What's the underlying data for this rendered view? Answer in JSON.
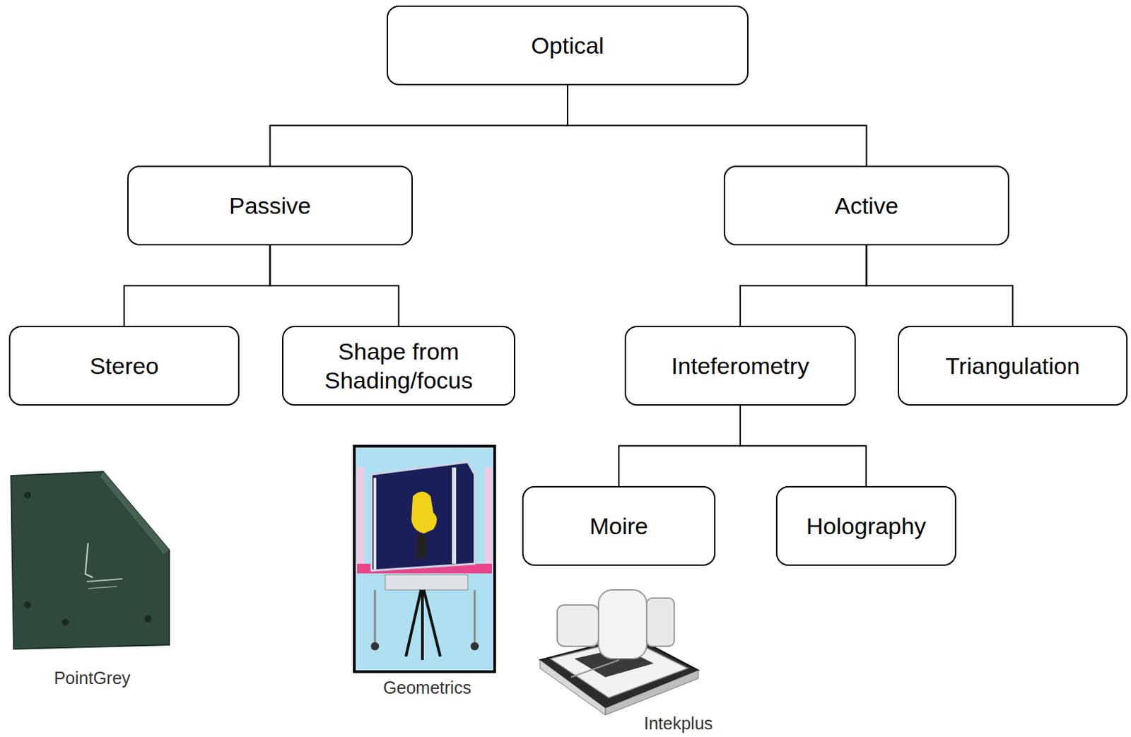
{
  "diagram": {
    "nodes": [
      {
        "text": [
          "Optical"
        ]
      },
      {
        "text": [
          "Passive"
        ]
      },
      {
        "text": [
          "Active"
        ]
      },
      {
        "text": [
          "Stereo"
        ]
      },
      {
        "text": [
          "Shape from Shading/focus"
        ]
      },
      {
        "text": [
          "Inteferometry"
        ]
      },
      {
        "text": [
          "Triangulation"
        ]
      },
      {
        "text": [
          "Moire"
        ]
      },
      {
        "text": [
          "Holography"
        ]
      }
    ],
    "edges": [
      {
        "from": 0,
        "to": 1,
        "arrow": "none"
      },
      {
        "from": 0,
        "to": 2,
        "arrow": "none"
      },
      {
        "from": 1,
        "to": 3,
        "arrow": "none"
      },
      {
        "from": 1,
        "to": 4,
        "arrow": "none"
      },
      {
        "from": 2,
        "to": 5,
        "arrow": "none"
      },
      {
        "from": 2,
        "to": 6,
        "arrow": "none"
      },
      {
        "from": 5,
        "to": 7,
        "arrow": "none"
      },
      {
        "from": 5,
        "to": 8,
        "arrow": "none"
      }
    ],
    "labels": [
      "PointGrey",
      "Geometrics",
      "Intekplus"
    ]
  }
}
